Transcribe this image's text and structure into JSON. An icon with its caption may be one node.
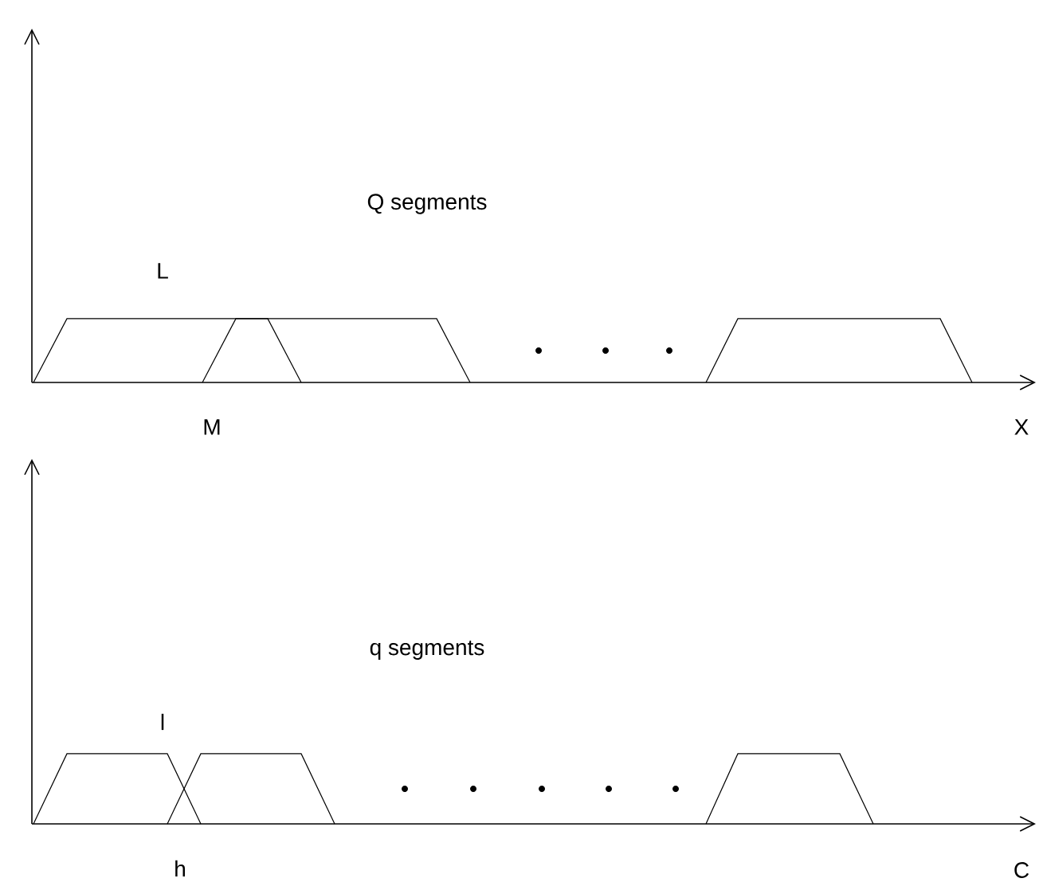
{
  "diagram": {
    "labels": [
      "Q  segments",
      "L",
      "M",
      "X",
      "q  segments",
      "l",
      "h",
      "C"
    ]
  }
}
